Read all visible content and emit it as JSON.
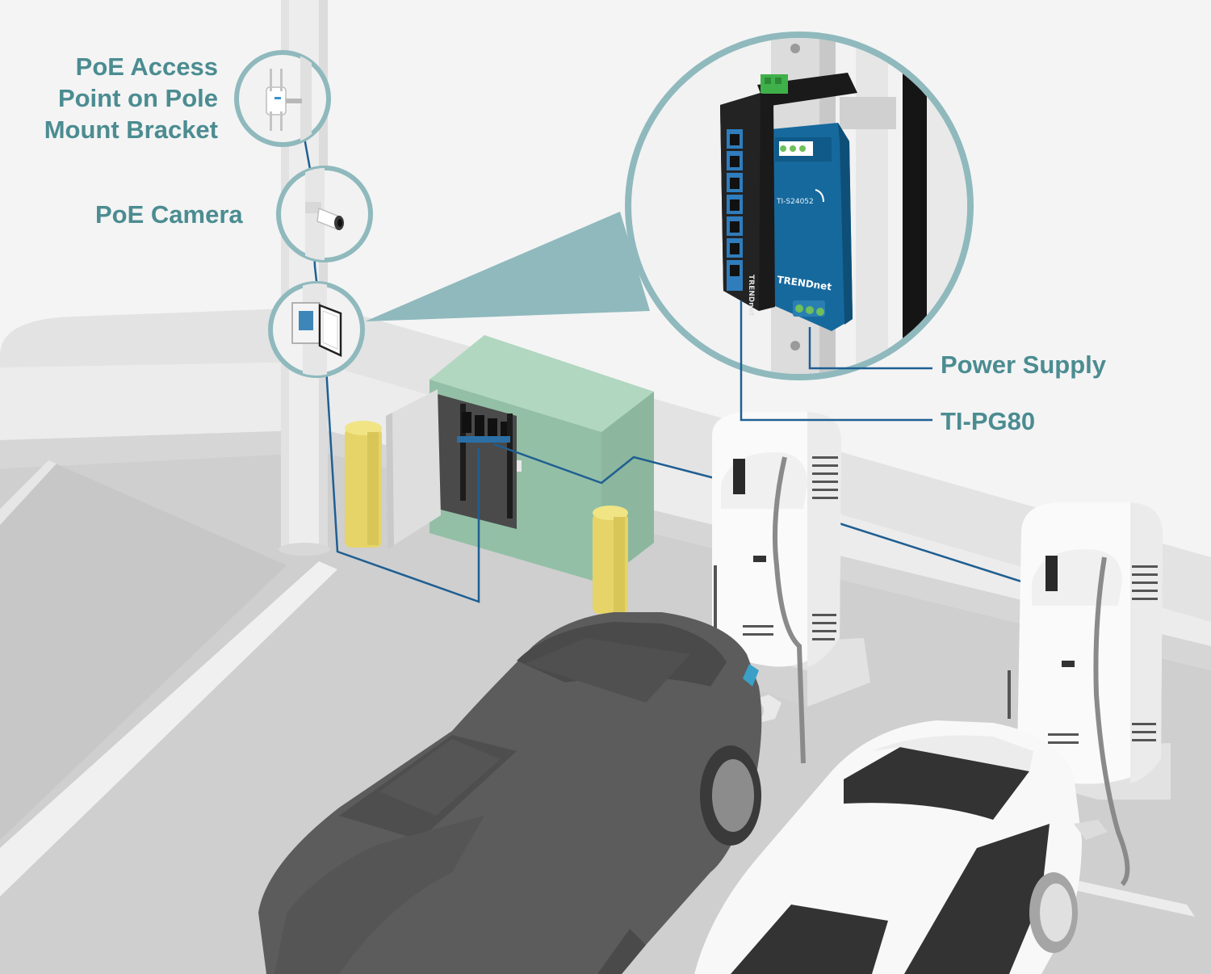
{
  "labels": {
    "access_point": "PoE Access Point on Pole Mount Bracket",
    "access_point_lines": [
      "PoE Access",
      "Point on Pole",
      "Mount Bracket"
    ],
    "camera": "PoE Camera",
    "power_supply": "Power Supply",
    "switch": "TI-PG80"
  },
  "device_markings": {
    "switch_brand": "TRENDnet",
    "psu_brand": "TRENDnet",
    "psu_model": "TI-S24052"
  },
  "colors": {
    "accent": "#4b8c91",
    "callout_ring": "#8fb9bd",
    "cable": "#1f5f92",
    "cabinet": "#93bfa6",
    "bollard": "#e6d468",
    "dark_car": "#5c5c5c",
    "psu_blue": "#16699d",
    "background": "#f4f4f4"
  },
  "icons": {
    "access_point": "access-point-icon",
    "camera": "bullet-camera-icon",
    "enclosure": "enclosure-icon"
  }
}
